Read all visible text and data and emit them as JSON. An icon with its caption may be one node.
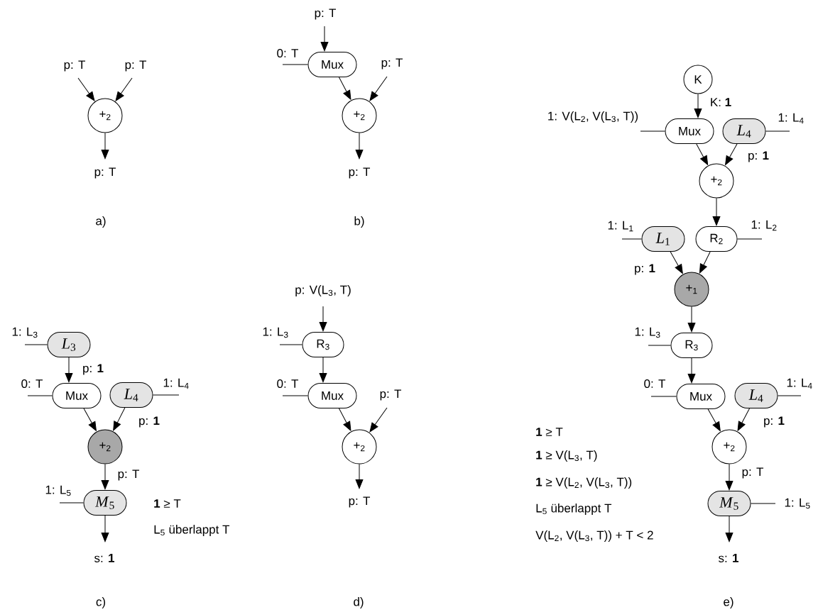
{
  "diagram": {
    "nodes": [
      {
        "text": [
          "+$_{2}$"
        ]
      },
      {
        "text": [
          "Mux"
        ]
      },
      {
        "text": [
          "+$_{2}$"
        ]
      },
      {
        "text": [
          "*L*$_{3}$"
        ]
      },
      {
        "text": [
          "Mux"
        ]
      },
      {
        "text": [
          "*L*$_{4}$"
        ]
      },
      {
        "text": [
          "+$_{2}$"
        ]
      },
      {
        "text": [
          "*M*$_{5}$"
        ]
      },
      {
        "text": [
          "R$_{3}$"
        ]
      },
      {
        "text": [
          "Mux"
        ]
      },
      {
        "text": [
          "+$_{2}$"
        ]
      },
      {
        "text": [
          "K"
        ]
      },
      {
        "text": [
          "Mux"
        ]
      },
      {
        "text": [
          "*L*$_{4}$"
        ]
      },
      {
        "text": [
          "+$_{2}$"
        ]
      },
      {
        "text": [
          "*L*$_{1}$"
        ]
      },
      {
        "text": [
          "R$_{2}$"
        ]
      },
      {
        "text": [
          "+$_{1}$"
        ]
      },
      {
        "text": [
          "R$_{3}$"
        ]
      },
      {
        "text": [
          "Mux"
        ]
      },
      {
        "text": [
          "*L*$_{4}$"
        ]
      },
      {
        "text": [
          "+$_{2}$"
        ]
      },
      {
        "text": [
          "*M*$_{5}$"
        ]
      }
    ],
    "edges": [
      {
        "from": null,
        "to": 0,
        "arrow": "to",
        "label": "p: T"
      },
      {
        "from": null,
        "to": 0,
        "arrow": "to",
        "label": "p: T"
      },
      {
        "from": 0,
        "to": null,
        "arrow": "to",
        "label": "p: T"
      },
      {
        "from": null,
        "to": 1,
        "arrow": "to",
        "label": "p: T"
      },
      {
        "from": null,
        "to": 1,
        "arrow": "none",
        "label": "0: T"
      },
      {
        "from": 1,
        "to": 2,
        "arrow": "to"
      },
      {
        "from": null,
        "to": 2,
        "arrow": "to",
        "label": "p: T"
      },
      {
        "from": 2,
        "to": null,
        "arrow": "to",
        "label": "p: T"
      },
      {
        "from": null,
        "to": 3,
        "arrow": "none",
        "label": "1: L$_{3}$"
      },
      {
        "from": 3,
        "to": 4,
        "arrow": "to",
        "label": "p: **1**"
      },
      {
        "from": null,
        "to": 4,
        "arrow": "none",
        "label": "0: T"
      },
      {
        "from": null,
        "to": 5,
        "arrow": "none",
        "label": "1: L$_{4}$"
      },
      {
        "from": 4,
        "to": 6,
        "arrow": "to"
      },
      {
        "from": 5,
        "to": 6,
        "arrow": "to",
        "label": "p: **1**"
      },
      {
        "from": 6,
        "to": 7,
        "arrow": "to",
        "label": "p: T"
      },
      {
        "from": null,
        "to": 7,
        "arrow": "none",
        "label": "1: L$_{5}$"
      },
      {
        "from": 7,
        "to": null,
        "arrow": "to",
        "label": "s: **1**"
      },
      {
        "from": null,
        "to": 8,
        "arrow": "to",
        "label": "p: V(L$_{3}$, T)"
      },
      {
        "from": null,
        "to": 8,
        "arrow": "none",
        "label": "1: L$_{3}$"
      },
      {
        "from": 8,
        "to": 9,
        "arrow": "to"
      },
      {
        "from": null,
        "to": 9,
        "arrow": "none",
        "label": "0: T"
      },
      {
        "from": 9,
        "to": 10,
        "arrow": "to"
      },
      {
        "from": null,
        "to": 10,
        "arrow": "to",
        "label": "p: T"
      },
      {
        "from": 10,
        "to": null,
        "arrow": "to",
        "label": "p: T"
      },
      {
        "from": 11,
        "to": 12,
        "arrow": "to",
        "label": "K: **1**"
      },
      {
        "from": null,
        "to": 12,
        "arrow": "none",
        "label": "1: V(L$_{2}$, V(L$_{3}$, T))"
      },
      {
        "from": null,
        "to": 13,
        "arrow": "none",
        "label": "1: L$_{4}$"
      },
      {
        "from": 12,
        "to": 14,
        "arrow": "to"
      },
      {
        "from": 13,
        "to": 14,
        "arrow": "to",
        "label": "p: **1**"
      },
      {
        "from": 14,
        "to": 16,
        "arrow": "to"
      },
      {
        "from": null,
        "to": 15,
        "arrow": "none",
        "label": "1: L$_{1}$"
      },
      {
        "from": null,
        "to": 16,
        "arrow": "none",
        "label": "1: L$_{2}$"
      },
      {
        "from": 15,
        "to": 17,
        "arrow": "to",
        "label": "p: **1**"
      },
      {
        "from": 16,
        "to": 17,
        "arrow": "to"
      },
      {
        "from": 17,
        "to": 18,
        "arrow": "to"
      },
      {
        "from": null,
        "to": 18,
        "arrow": "none",
        "label": "1: L$_{3}$"
      },
      {
        "from": 18,
        "to": 19,
        "arrow": "to"
      },
      {
        "from": null,
        "to": 19,
        "arrow": "none",
        "label": "0: T"
      },
      {
        "from": null,
        "to": 20,
        "arrow": "none",
        "label": "1: L$_{4}$"
      },
      {
        "from": 19,
        "to": 21,
        "arrow": "to"
      },
      {
        "from": 20,
        "to": 21,
        "arrow": "to",
        "label": "p: **1**"
      },
      {
        "from": 21,
        "to": 22,
        "arrow": "to",
        "label": "p: T"
      },
      {
        "from": null,
        "to": 22,
        "arrow": "none",
        "label": "1: L$_{5}$"
      },
      {
        "from": 22,
        "to": null,
        "arrow": "to",
        "label": "s: **1**"
      }
    ],
    "labels": [
      "a)",
      "b)",
      "**1** ≥ T",
      "L$_{5}$ überlappt T",
      "c)",
      "d)",
      "**1** ≥ T",
      "**1** ≥ V(L$_{3}$, T)",
      "**1** ≥ V(L$_{2}$, V(L$_{3}$, T))",
      "L$_{5}$ überlappt T",
      "V(L$_{2}$, V(L$_{3}$, T)) + T < 2",
      "e)"
    ]
  }
}
